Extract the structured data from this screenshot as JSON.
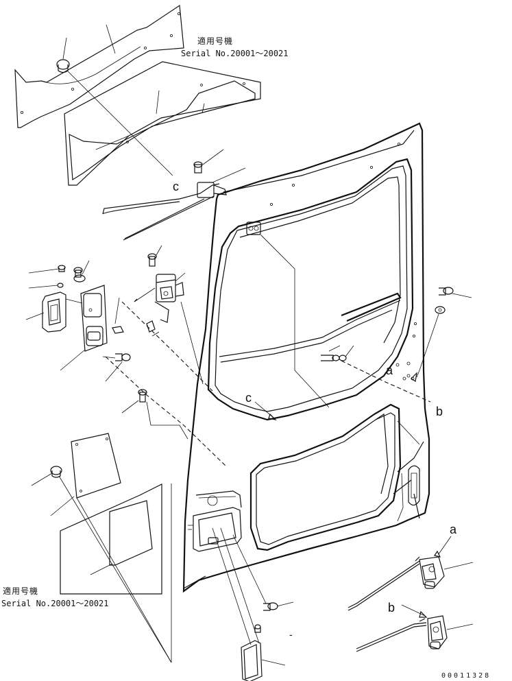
{
  "serial_notes": {
    "top": {
      "heading": "適用号機",
      "serial": "Serial No.20001～20021"
    },
    "bottom": {
      "heading": "適用号機",
      "serial": "Serial No.20001～20021"
    }
  },
  "callouts": {
    "c_top": "c",
    "c_mid": "c",
    "a_mid": "a",
    "b_mid": "b",
    "a_bottom": "a",
    "b_bottom": "b"
  },
  "small_mark": "-",
  "drawing_number": "00011328"
}
